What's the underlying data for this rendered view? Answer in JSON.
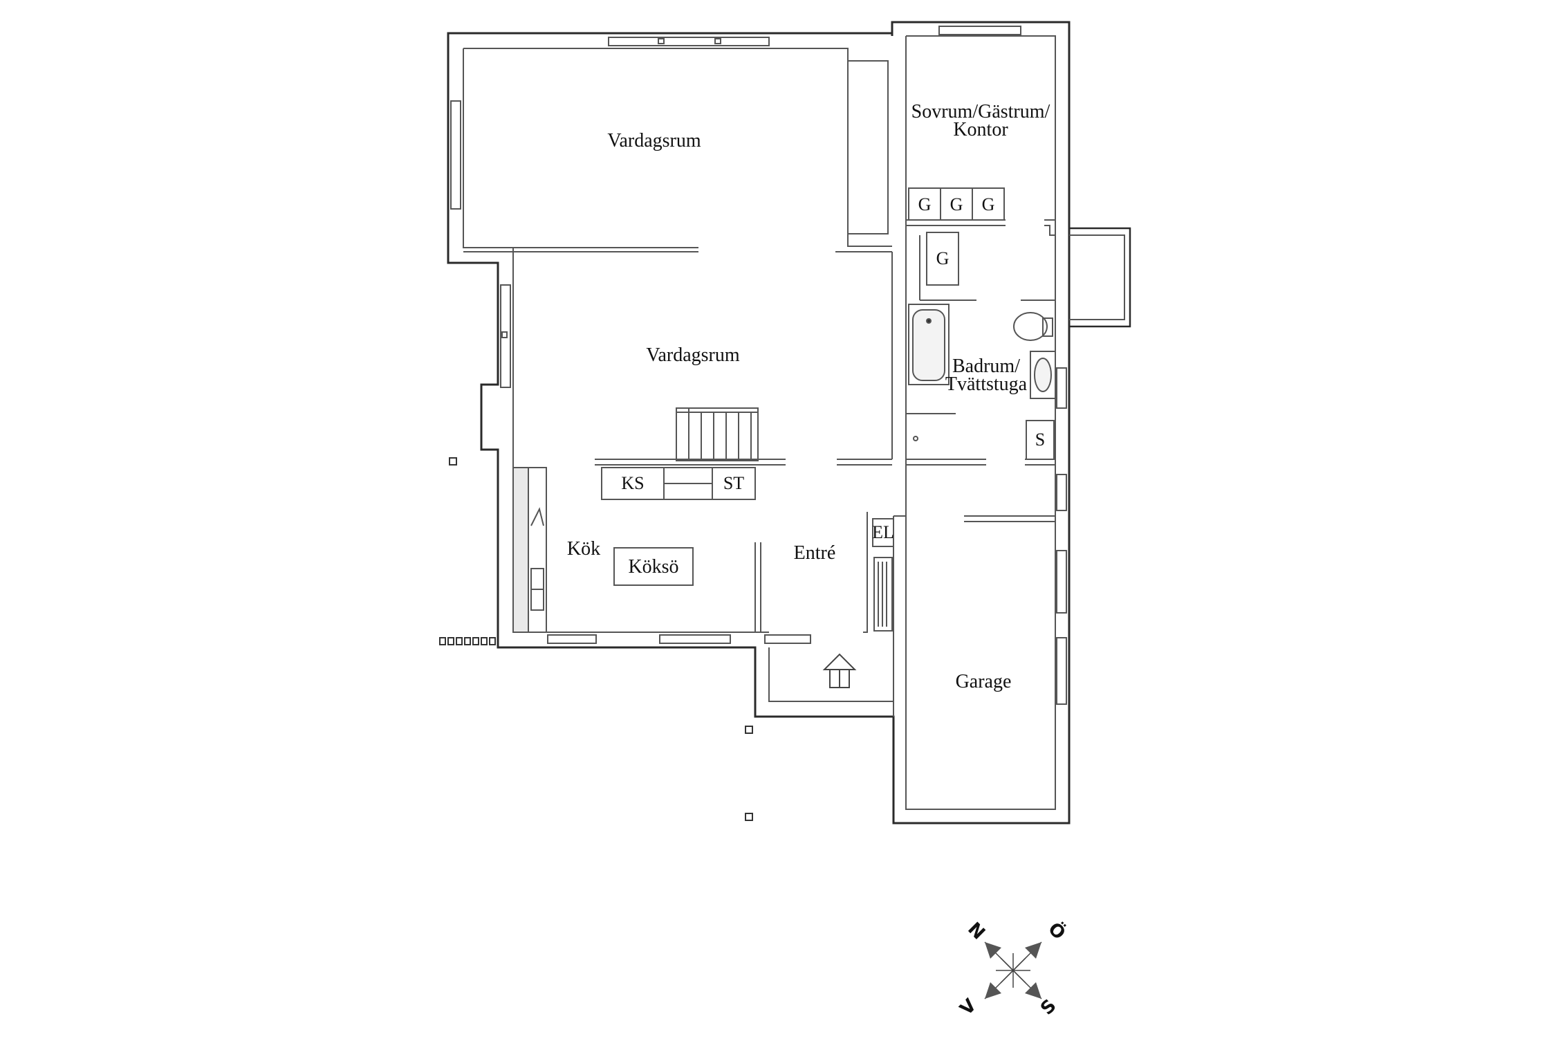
{
  "colors": {
    "background": "#ffffff",
    "wall": "#2a2a2a",
    "thin_line": "#6a6a6a",
    "fixture": "#5a5a5a",
    "text": "#111111"
  },
  "rooms": {
    "living_room_top": "Vardagsrum",
    "living_room_main": "Vardagsrum",
    "bedroom_line1": "Sovrum/Gästrum/",
    "bedroom_line2": "Kontor",
    "bathroom_line1": "Badrum/",
    "bathroom_line2": "Tvättstuga",
    "kitchen": "Kök",
    "kitchen_island": "Köksö",
    "entrance": "Entré",
    "garage": "Garage"
  },
  "fixtures": {
    "wardrobe": "G",
    "storage": "S",
    "fridge_freezer": "KS",
    "cabinet": "ST",
    "electrical": "EL"
  },
  "compass": {
    "north": "N",
    "east": "Ö",
    "south": "S",
    "west": "V"
  }
}
